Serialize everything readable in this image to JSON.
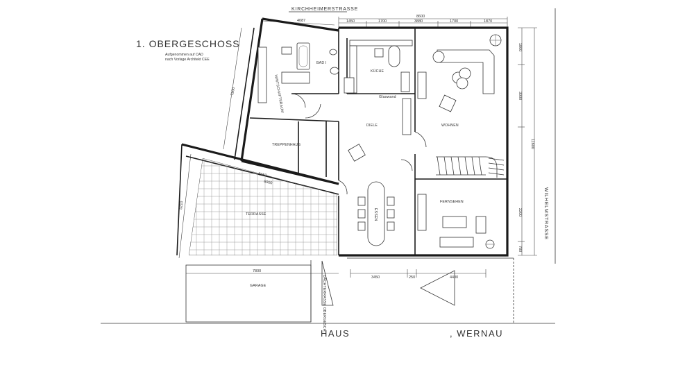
{
  "title": "1. OBERGESCHOSS",
  "subtitle_lines": [
    "Aufgenommen auf CAD",
    "nach Vorlage Architekt CEE"
  ],
  "streets": {
    "north": "KIRCHHEIMERSTRASSE",
    "east": "WILHELMSTRASSE"
  },
  "rooms": {
    "bad": "BAD I",
    "kueche": "KÜCHE",
    "wirtschaftsraum": "WIRTSCHAFTSRAUM",
    "glaswand": "Glaswand",
    "diele": "DIELE",
    "wohnen": "WOHNEN",
    "treppenhaus": "TREPPENHAUS",
    "terrasse": "TERRASSE",
    "essen": "ESSEN",
    "fernsehen": "FERNSEHEN",
    "garage": "GARAGE",
    "dachterrasse": "DACHTERRASSE OBERGESCH."
  },
  "dimensions": {
    "top_total": "8600",
    "top_segments": [
      "1450",
      "1700",
      "3880",
      "1700",
      "1870"
    ],
    "top_left": "4087",
    "right_total": "11600",
    "right_segments": [
      "1800",
      "3000",
      "2200",
      "780"
    ],
    "left_upper": "7200",
    "left_lower": "5210",
    "stair_a": "5050",
    "stair_b": "6900",
    "bottom_left": "7800",
    "bottom_segments": [
      "3450",
      "250",
      "4400"
    ]
  },
  "footer": {
    "left": "HAUS",
    "right": ", WERNAU"
  }
}
